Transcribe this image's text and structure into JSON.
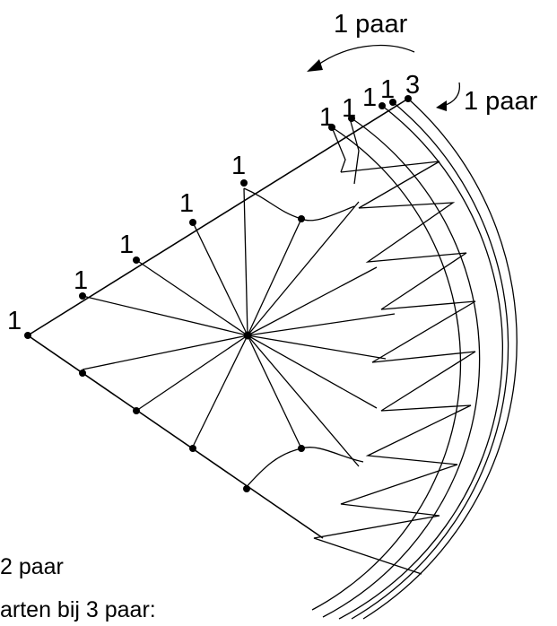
{
  "annotations": {
    "top_label": "1 paar",
    "right_label": "1 paar",
    "corner_label": "1",
    "corner_count": "3",
    "bottom_label_1": "2 paar",
    "bottom_label_2": "arten bij 3 paar:"
  },
  "edge_pin_labels": [
    "1",
    "1",
    "1",
    "1",
    "1",
    "1",
    "1",
    "1",
    "1"
  ],
  "colors": {
    "ink": "#000000",
    "background": "#ffffff"
  }
}
